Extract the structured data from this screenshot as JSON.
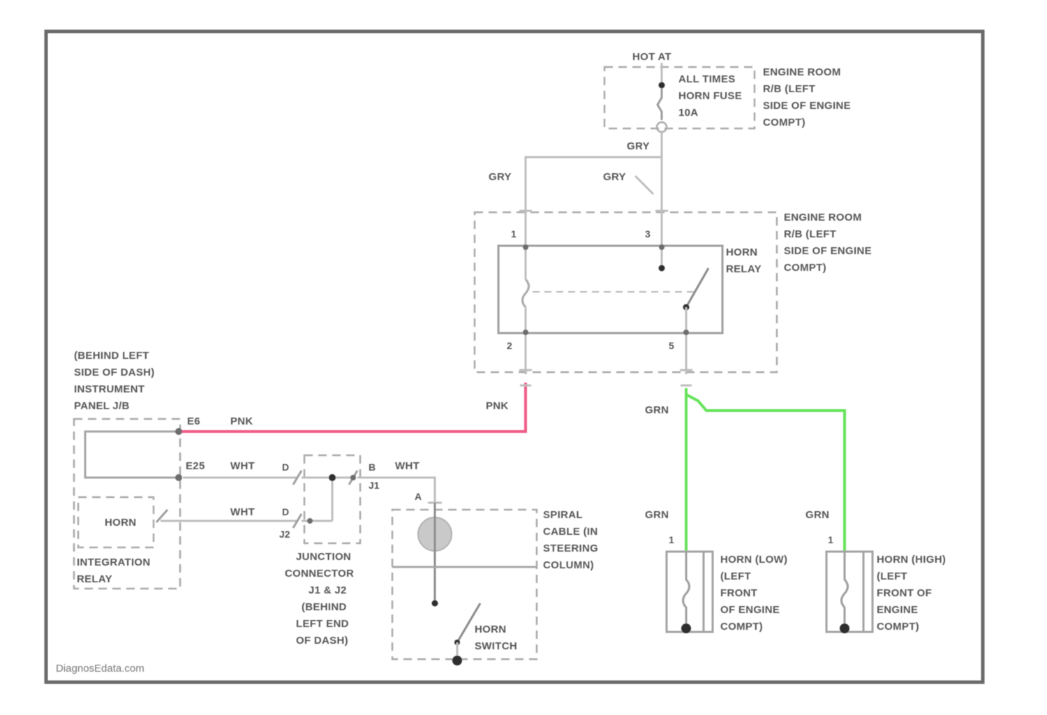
{
  "colors": {
    "border": "#6b6b6b",
    "wire_default": "#bdbdbd",
    "wire_pnk": "#ef5b86",
    "wire_grn": "#66e35a",
    "component_outline": "#a8a8a8"
  },
  "fuse_block": {
    "header": "HOT AT",
    "lines": [
      "ALL TIMES",
      "HORN FUSE",
      "10A"
    ],
    "location": [
      "ENGINE ROOM",
      "R/B (LEFT",
      "SIDE OF ENGINE",
      "COMPT)"
    ]
  },
  "wires": {
    "gry_top": "GRY",
    "gry_left": "GRY",
    "gry_right": "GRY",
    "pnk_relay": "PNK",
    "pnk_jb": "PNK",
    "grn_relay": "GRN",
    "grn_low": "GRN",
    "grn_high": "GRN",
    "wht_e25": "WHT",
    "wht_lower": "WHT",
    "wht_right": "WHT"
  },
  "relay": {
    "name": [
      "HORN",
      "RELAY"
    ],
    "location": [
      "ENGINE ROOM",
      "R/B (LEFT",
      "SIDE OF ENGINE",
      "COMPT)"
    ],
    "pins": [
      "1",
      "3",
      "2",
      "5"
    ]
  },
  "instrument_jb": {
    "location": [
      "(BEHIND LEFT",
      "SIDE OF DASH)",
      "INSTRUMENT",
      "PANEL J/B"
    ],
    "pin_top": "E6",
    "pin_mid": "E25"
  },
  "integration_relay": {
    "label": "HORN",
    "name": [
      "INTEGRATION",
      "RELAY"
    ]
  },
  "junction": {
    "pins": [
      "D",
      "D",
      "J2",
      "B",
      "J1"
    ],
    "name": [
      "JUNCTION",
      "CONNECTOR",
      "J1 & J2",
      "(BEHIND",
      "LEFT END",
      "OF DASH)"
    ]
  },
  "spiral": {
    "pin": "A",
    "name": [
      "SPIRAL",
      "CABLE (IN",
      "STEERING",
      "COLUMN)"
    ]
  },
  "horn_switch": {
    "name": [
      "HORN",
      "SWITCH"
    ]
  },
  "horn_low": {
    "pin": "1",
    "name": [
      "HORN (LOW)",
      "(LEFT",
      "FRONT",
      "OF ENGINE",
      "COMPT)"
    ]
  },
  "horn_high": {
    "pin": "1",
    "name": [
      "HORN (HIGH)",
      "(LEFT",
      "FRONT OF",
      "ENGINE",
      "COMPT)"
    ]
  },
  "watermark": "DiagnosEdata.com"
}
